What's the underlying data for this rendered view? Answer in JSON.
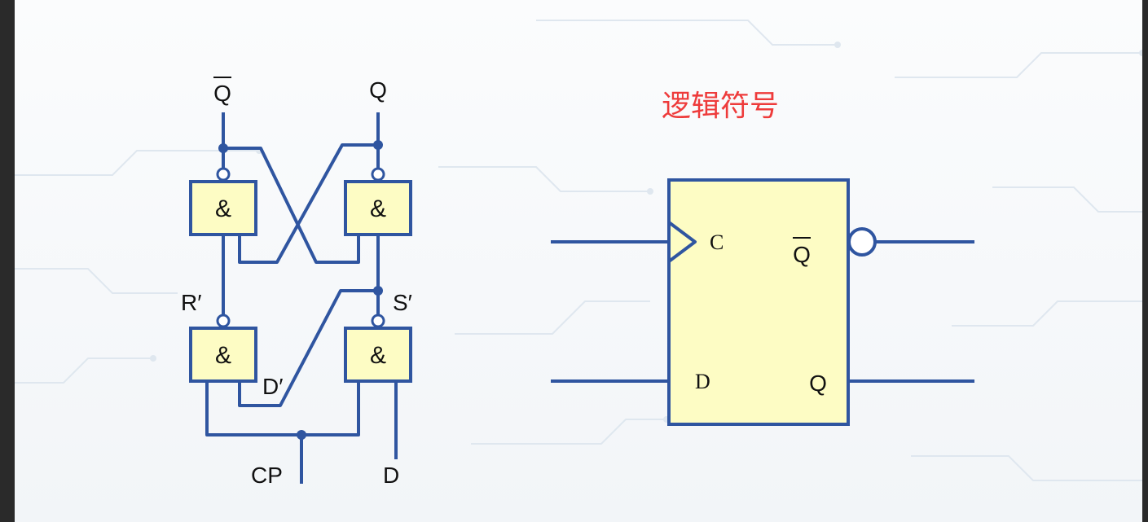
{
  "title": "逻辑符号",
  "circuit": {
    "gate_symbol": "&",
    "outputs": {
      "q_bar": "Q",
      "q": "Q"
    },
    "inputs": {
      "cp": "CP",
      "d": "D"
    },
    "internal": {
      "r_prime": "R′",
      "s_prime": "S′",
      "d_prime": "D′"
    }
  },
  "symbol": {
    "pins": {
      "clock": "C",
      "data": "D",
      "q_bar": "Q",
      "q": "Q"
    }
  },
  "colors": {
    "wire": "#2f55a0",
    "gate_fill": "#fdfcc4",
    "title": "#ee3b3b"
  }
}
